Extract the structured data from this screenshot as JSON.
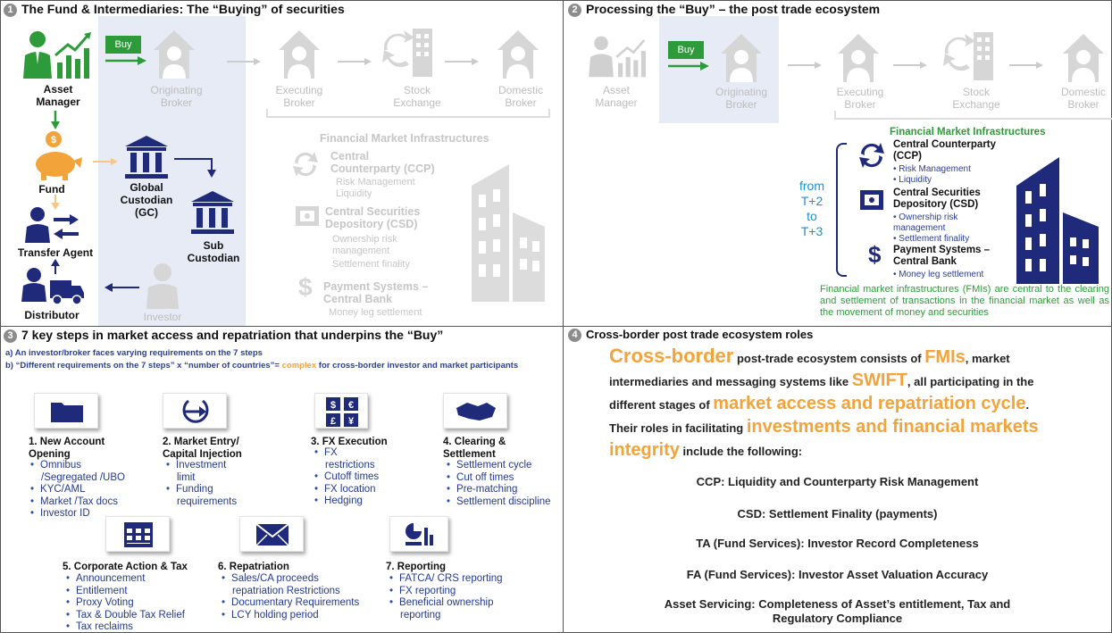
{
  "q1": {
    "num": "1",
    "title": "The Fund & Intermediaries: The “Buying” of securities",
    "buy": "Buy",
    "asset_manager": "Asset\nManager",
    "originating_broker": "Originating\nBroker",
    "executing_broker": "Executing\nBroker",
    "stock_exchange": "Stock\nExchange",
    "domestic_broker": "Domestic\nBroker",
    "fund": "Fund",
    "global_custodian": "Global\nCustodian\n(GC)",
    "sub_custodian": "Sub\nCustodian",
    "transfer_agent": "Transfer Agent",
    "distributor": "Distributor",
    "investor": "Investor",
    "fmi_title": "Financial Market Infrastructures",
    "ccp": "Central\nCounterparty (CCP)",
    "ccp_items": [
      "Risk Management",
      "Liquidity"
    ],
    "csd": "Central Securities\nDepository (CSD)",
    "csd_items": [
      "Ownership risk\nmanagement",
      "Settlement finality"
    ],
    "pay": "Payment Systems –\nCentral Bank",
    "pay_items": [
      "Money leg settlement"
    ]
  },
  "q2": {
    "num": "2",
    "title": "Processing the “Buy” – the post trade ecosystem",
    "buy": "Buy",
    "asset_manager": "Asset\nManager",
    "originating_broker": "Originating\nBroker",
    "executing_broker": "Executing\nBroker",
    "stock_exchange": "Stock\nExchange",
    "domestic_broker": "Domestic\nBroker",
    "fmi_title": "Financial Market Infrastructures",
    "timing": "from\nT+2\nto\nT+3",
    "ccp": "Central Counterparty\n(CCP)",
    "ccp_items": [
      "Risk Management",
      "Liquidity"
    ],
    "csd": "Central Securities\nDepository (CSD)",
    "csd_items": [
      "Ownership risk\nmanagement",
      "Settlement finality"
    ],
    "pay": "Payment Systems –\nCentral Bank",
    "pay_items": [
      "Money leg settlement"
    ],
    "note": "Financial market infrastructures (FMIs) are central to the clearing and settlement of transactions in the financial market as well as the movement of money and securities"
  },
  "q3": {
    "num": "3",
    "title": "7 key steps in market access and repatriation that underpins the “Buy”",
    "line_a": "a) An investor/broker faces varying requirements on the 7 steps",
    "line_b_1": "b) “Different requirements on the 7 steps” x “number of countries”=",
    "line_b_hl": "complex",
    "line_b_2": "for cross-border investor and market participants",
    "steps": [
      {
        "title": "1. New Account\nOpening",
        "items": [
          "Omnibus\n/Segregated /UBO",
          "KYC/AML",
          "Market /Tax docs",
          "Investor ID"
        ]
      },
      {
        "title": "2. Market Entry/\nCapital Injection",
        "items": [
          "Investment\nlimit",
          "Funding\nrequirements"
        ]
      },
      {
        "title": "3. FX Execution",
        "items": [
          "FX\nrestrictions",
          "Cutoff times",
          "FX location",
          "Hedging"
        ]
      },
      {
        "title": "4. Clearing &\nSettlement",
        "items": [
          "Settlement cycle",
          "Cut off times",
          "Pre-matching",
          "Settlement discipline"
        ]
      },
      {
        "title": "5. Corporate Action & Tax",
        "items": [
          "Announcement",
          "Entitlement",
          "Proxy Voting",
          "Tax & Double Tax Relief",
          "Tax reclaims"
        ]
      },
      {
        "title": "6. Repatriation",
        "items": [
          "Sales/CA proceeds\nrepatriation Restrictions",
          "Documentary Requirements",
          "LCY holding period"
        ]
      },
      {
        "title": "7. Reporting",
        "items": [
          "FATCA/ CRS reporting",
          "FX reporting",
          "Beneficial ownership\nreporting"
        ]
      }
    ]
  },
  "q4": {
    "num": "4",
    "title": "Cross-border post trade ecosystem roles",
    "intro": {
      "hl_cross": "Cross-border",
      "t1": " post-trade ecosystem consists of ",
      "hl_fmis": "FMIs",
      "t2": ", market intermediaries and messaging systems like ",
      "hl_swift": "SWIFT",
      "t3": ",  all participating in the different stages of ",
      "hl_market": "market access and repatriation cycle",
      "t4": ". Their roles in facilitating ",
      "hl_invest": "investments and financial markets integrity",
      "t5": " include the following:"
    },
    "roles": [
      "CCP: Liquidity and Counterparty Risk Management",
      "CSD: Settlement Finality (payments)",
      "TA (Fund Services): Investor Record Completeness",
      "FA (Fund Services): Investor Asset Valuation Accuracy",
      "Asset Servicing: Completeness of Asset’s entitlement, Tax and\nRegulatory Compliance"
    ]
  },
  "colors": {
    "green": "#2e9b3a",
    "navy": "#1f2a7a",
    "orange": "#f2a33a",
    "grey": "#c6c6c6",
    "light_blue": "#e6ebf6"
  }
}
